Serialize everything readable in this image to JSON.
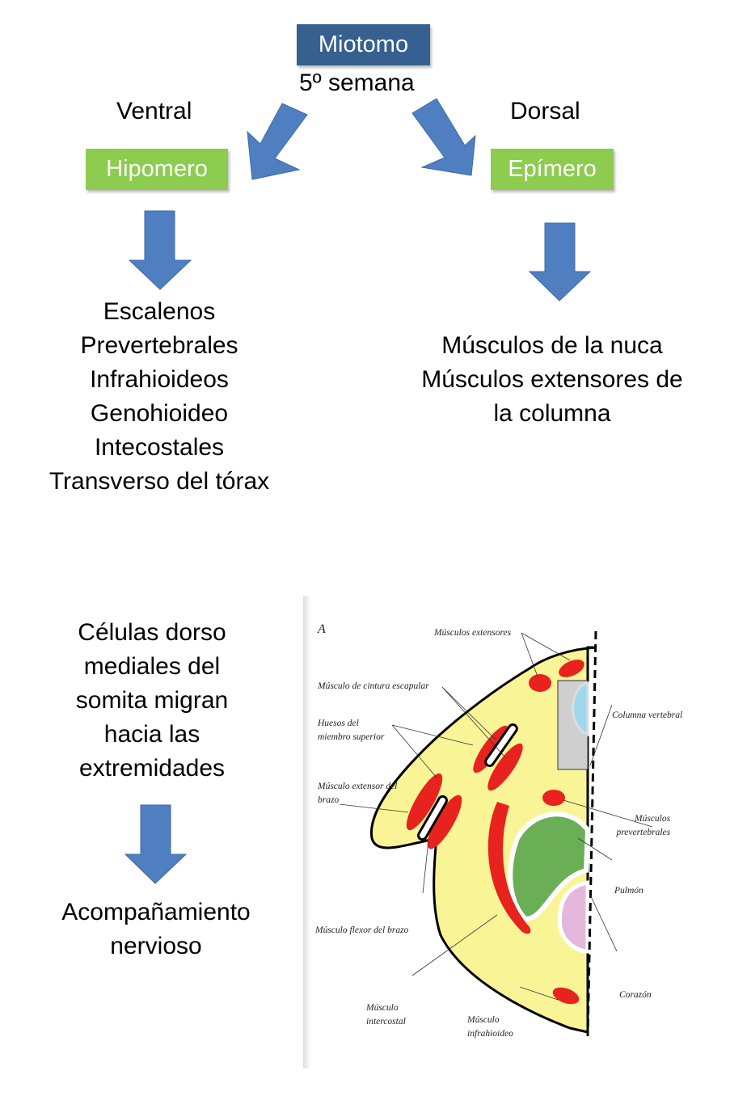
{
  "top": {
    "root_box": "Miotomo",
    "week_label": "5º semana",
    "left_direction": "Ventral",
    "right_direction": "Dorsal",
    "left_box": "Hipomero",
    "right_box": "Epímero"
  },
  "hipomero_list": [
    "Escalenos",
    "Prevertebrales",
    "Infrahioideos",
    "Genohioideo",
    "Intecostales",
    "Transverso del tórax"
  ],
  "epimero_list": [
    "Músculos de la nuca",
    "Músculos extensores de",
    "la columna"
  ],
  "bottom": {
    "migration_lines": [
      "Células dorso",
      "mediales  del",
      "somita migran",
      "hacia las",
      "extremidades"
    ],
    "result_lines": [
      "Acompañamiento",
      "nervioso"
    ]
  },
  "figure": {
    "panel_letter": "A",
    "labels": {
      "extensores": "Músculos extensores",
      "cintura": "Músculo de cintura escapular",
      "huesos_1": "Huesos del",
      "huesos_2": "miembro superior",
      "extensor_1": "Músculo extensor del",
      "extensor_2": "brazo",
      "columna": "Columna vertebral",
      "prevert_1": "Músculos",
      "prevert_2": "prevertebrales",
      "pulmon": "Pulmón",
      "flexor": "Músculo flexor del brazo",
      "corazon": "Corazón",
      "intercostal_1": "Músculo",
      "intercostal_2": "intercostal",
      "infrahioideo_1": "Músculo",
      "infrahioideo_2": "infrahioideo"
    }
  },
  "colors": {
    "root_box": "#35608f",
    "green_box": "#8dcc4e",
    "arrow": "#4f7fc0",
    "tissue": "#f9f596",
    "muscle": "#e8221e",
    "lung": "#6aaf55",
    "heart": "#e4b8dc",
    "spine": "#9fd8ef"
  }
}
